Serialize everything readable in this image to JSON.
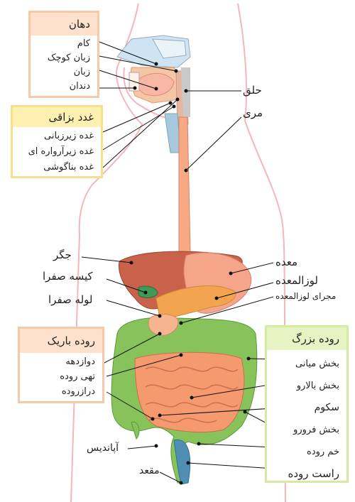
{
  "groups": {
    "mouth": {
      "title": "دهان",
      "items": [
        "کام",
        "زبان کوچک",
        "زبان",
        "دندان"
      ]
    },
    "salivary": {
      "title": "غدد بزاقی",
      "items": [
        "غده زیرزبانی",
        "غده زیرآرواره ای",
        "غده بناگوشی"
      ]
    },
    "small_intestine": {
      "title": "روده باریک",
      "items": [
        "دوازدهه",
        "تهی روده",
        "درازروده"
      ]
    },
    "large_intestine": {
      "title": "روده بزرگ",
      "items": [
        "بخش میانی",
        "بخش بالارو",
        "سکوم",
        "بخش فرورو",
        "خم روده",
        "راست روده"
      ]
    }
  },
  "labels": {
    "pharynx": "حلق",
    "esophagus": "مری",
    "liver": "جگر",
    "gallbladder": "کیسه صفرا",
    "bile_duct": "لوله صفرا",
    "stomach": "معده",
    "pancreas": "لوزالمعده",
    "pancreatic_duct": "مجرای لوزالمعده",
    "appendix": "آپاندیس",
    "anus": "مقعد"
  }
}
